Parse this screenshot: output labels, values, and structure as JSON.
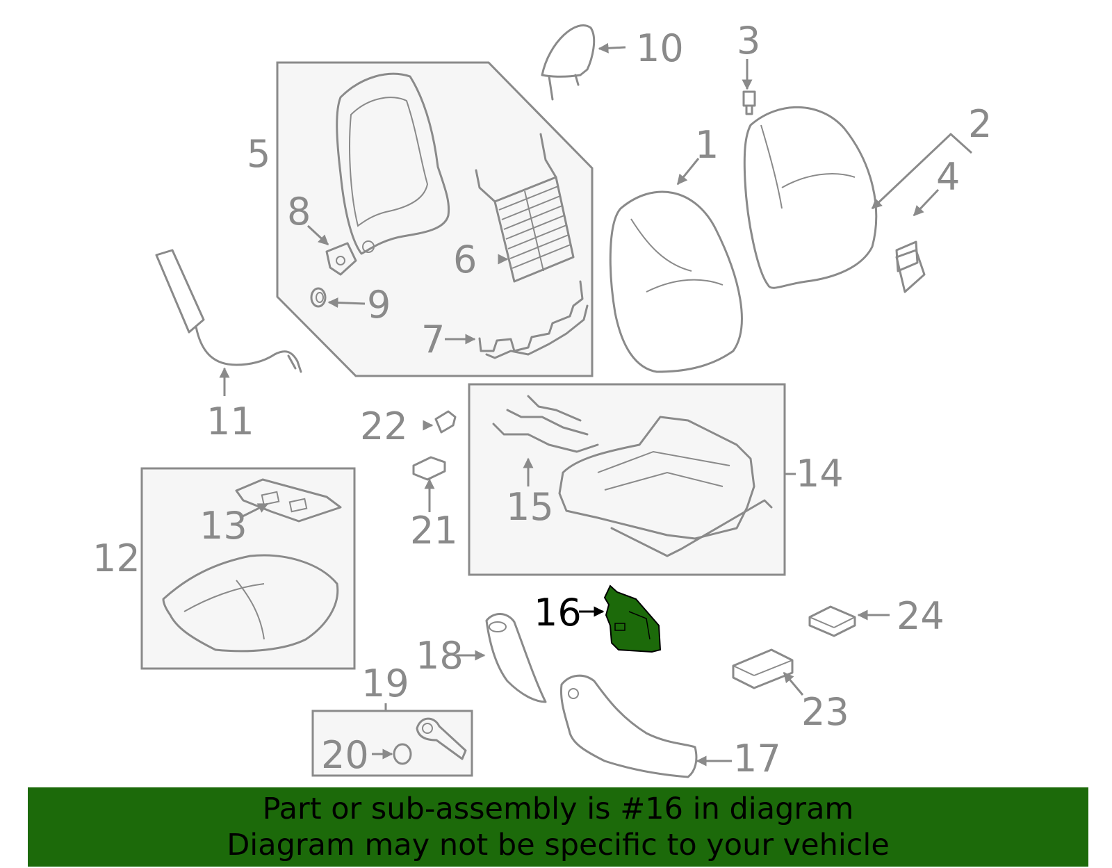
{
  "colors": {
    "highlight": "#1c6a0a",
    "part_stroke": "#8a8a8a",
    "box_fill": "#f6f6f6",
    "banner_bg": "#1c6a0a",
    "banner_text": "#000000"
  },
  "highlighted_part": "16",
  "callouts": {
    "c1": "1",
    "c2": "2",
    "c3": "3",
    "c4": "4",
    "c5": "5",
    "c6": "6",
    "c7": "7",
    "c8": "8",
    "c9": "9",
    "c10": "10",
    "c11": "11",
    "c12": "12",
    "c13": "13",
    "c14": "14",
    "c15": "15",
    "c16": "16",
    "c17": "17",
    "c18": "18",
    "c19": "19",
    "c20": "20",
    "c21": "21",
    "c22": "22",
    "c23": "23",
    "c24": "24"
  },
  "banner": {
    "line1": "Part or sub-assembly is #16 in diagram",
    "line2": "Diagram may not be specific to your vehicle"
  }
}
